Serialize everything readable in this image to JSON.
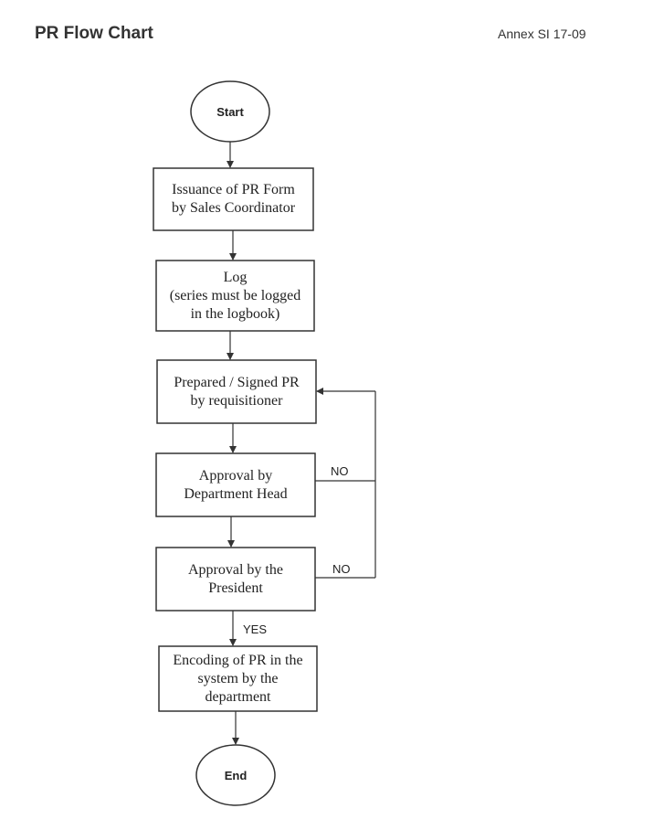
{
  "header": {
    "title": "PR Flow Chart",
    "annex": "Annex SI 17-09"
  },
  "flowchart": {
    "start": "Start",
    "end": "End",
    "steps": [
      "Issuance of PR Form\nby Sales Coordinator",
      "Log\n(series must be logged\nin the logbook)",
      "Prepared / Signed PR\nby requisitioner",
      "Approval by\nDepartment Head",
      "Approval by the\nPresident",
      "Encoding of PR in the\nsystem by the\ndepartment"
    ],
    "edge_labels": {
      "dept_head_no": "NO",
      "president_no": "NO",
      "president_yes": "YES"
    }
  }
}
